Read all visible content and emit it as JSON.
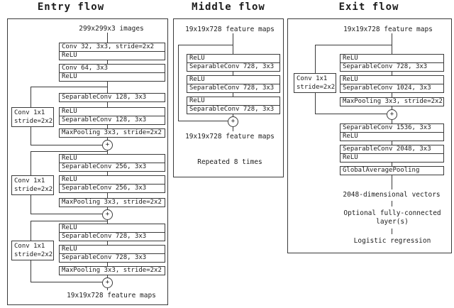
{
  "titles": {
    "entry": "Entry flow",
    "middle": "Middle flow",
    "exit": "Exit flow"
  },
  "labels": {
    "input_images": "299x299x3 images",
    "feature_maps": "19x19x728 feature maps",
    "conv32": "Conv 32, 3x3, stride=2x2",
    "conv64": "Conv 64, 3x3",
    "relu": "ReLU",
    "sepconv128": "SeparableConv 128, 3x3",
    "sepconv256": "SeparableConv 256, 3x3",
    "sepconv728": "SeparableConv 728, 3x3",
    "sepconv1024": "SeparableConv 1024, 3x3",
    "sepconv1536": "SeparableConv 1536, 3x3",
    "sepconv2048": "SeparableConv 2048, 3x3",
    "maxpool": "MaxPooling 3x3, stride=2x2",
    "conv1x1_l1": "Conv 1x1",
    "conv1x1_l2": "stride=2x2",
    "global_avg_pool": "GlobalAveragePooling",
    "repeated": "Repeated 8 times",
    "vectors": "2048-dimensional vectors",
    "optional_fc_l1": "Optional fully-connected",
    "optional_fc_l2": "layer(s)",
    "logistic": "Logistic regression",
    "plus": "+"
  },
  "colors": {
    "line": "#3a3a3a",
    "text": "#1c1c1c",
    "background": "#ffffff"
  }
}
